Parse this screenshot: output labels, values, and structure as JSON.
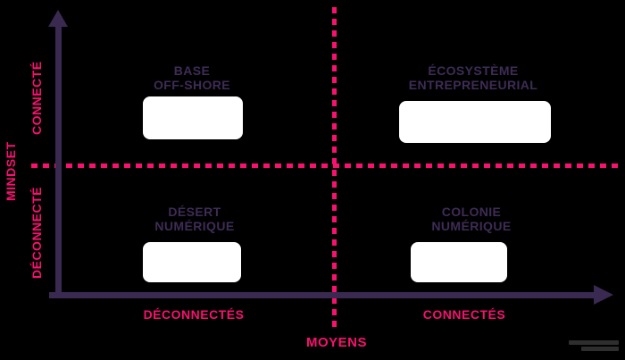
{
  "diagram": {
    "type": "quadrant-matrix",
    "colors": {
      "background": "#000000",
      "accent_pink": "#f8116f",
      "axis_purple": "#3a2950",
      "quadrant_text_purple": "#3e2c55",
      "placeholder_white": "#ffffff"
    },
    "y_axis": {
      "title": "MINDSET",
      "top_label": "CONNECTÉ",
      "bottom_label": "DÉCONNECTÉ"
    },
    "x_axis": {
      "title": "MOYENS",
      "left_label": "DÉCONNECTÉS",
      "right_label": "CONNECTÉS"
    },
    "quadrants": {
      "top_left": {
        "line1": "BASE",
        "line2": "OFF-SHORE"
      },
      "top_right": {
        "line1": "ÉCOSYSTÈME",
        "line2": "ENTREPRENEURIAL"
      },
      "bottom_left": {
        "line1": "DÉSERT",
        "line2": "NUMÉRIQUE"
      },
      "bottom_right": {
        "line1": "COLONIE",
        "line2": "NUMÉRIQUE"
      }
    }
  }
}
